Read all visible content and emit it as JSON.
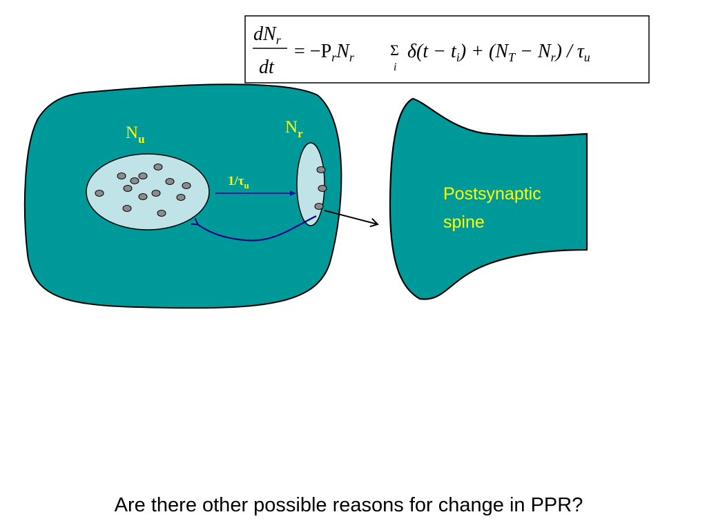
{
  "equation": {
    "numerator": "dN",
    "numerator_sub": "r",
    "denominator": "dt",
    "rhs_part1": "= −P",
    "rhs_part1_sub": "r",
    "rhs_part2": "N",
    "rhs_part2_sub": "r",
    "sigma": "Σ",
    "sigma_sub": "i",
    "rhs_part3": "δ(t − t",
    "rhs_part3_sub": "i",
    "rhs_part4": ") + (N",
    "rhs_part4_sub": "T",
    "rhs_part5": " − N",
    "rhs_part5_sub": "r",
    "rhs_part6": ") / τ",
    "rhs_part6_sub": "u"
  },
  "labels": {
    "nu_main": "N",
    "nu_sub": "u",
    "nr_main": "N",
    "nr_sub": "r",
    "rate_main": "1/τ",
    "rate_sub": "u",
    "spine_line1": "Postsynaptic",
    "spine_line2": "spine"
  },
  "question": "Are there other possible reasons for change in PPR?",
  "colors": {
    "terminal_fill": "#00999a",
    "pool_fill": "#bfe3e6",
    "vesicle_fill": "#8c8c8c",
    "arrow_blue": "#1a1aa0",
    "arrow_navy": "#000080",
    "spine_label": "#ffff00"
  }
}
